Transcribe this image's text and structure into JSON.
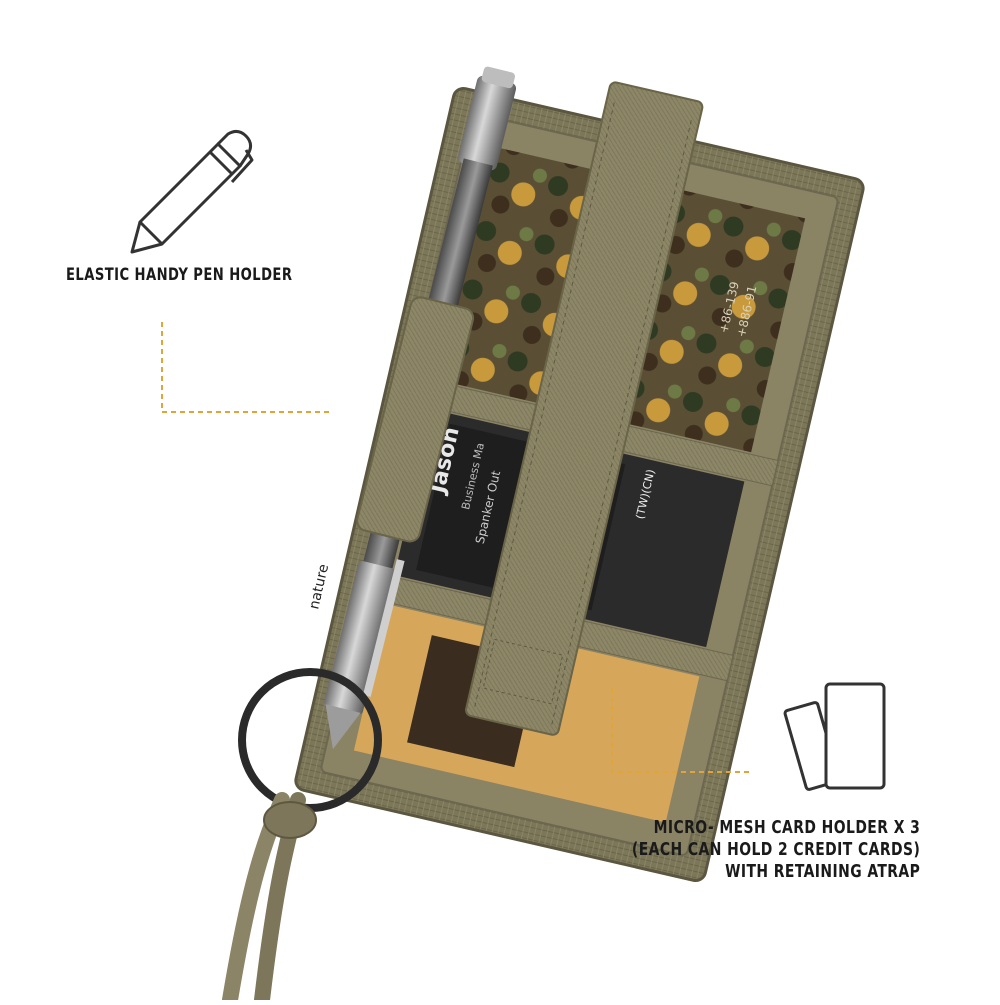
{
  "callouts": {
    "pen_holder": {
      "label": "ELASTIC HANDY PEN HOLDER",
      "icon": "pen-icon"
    },
    "card_holder": {
      "lines": [
        "MICRO- MESH CARD HOLDER X 3",
        "(EACH CAN HOLD 2 CREDIT CARDS)",
        "WITH RETAINING ATRAP"
      ],
      "icon": "cards-icon"
    }
  },
  "product_print": {
    "card_name": "Jason",
    "card_title": "Business Ma",
    "card_company": "Spanker Out",
    "tag_text": "(TW)(CN)",
    "label_phone": "+86-139",
    "label_phone2": "+886-91",
    "side_text": "nature"
  },
  "colors": {
    "accent_line": "#e0a53a",
    "pouch_olive": "#7a7458",
    "webbing": "#8a8466",
    "text": "#1a1a1a"
  }
}
